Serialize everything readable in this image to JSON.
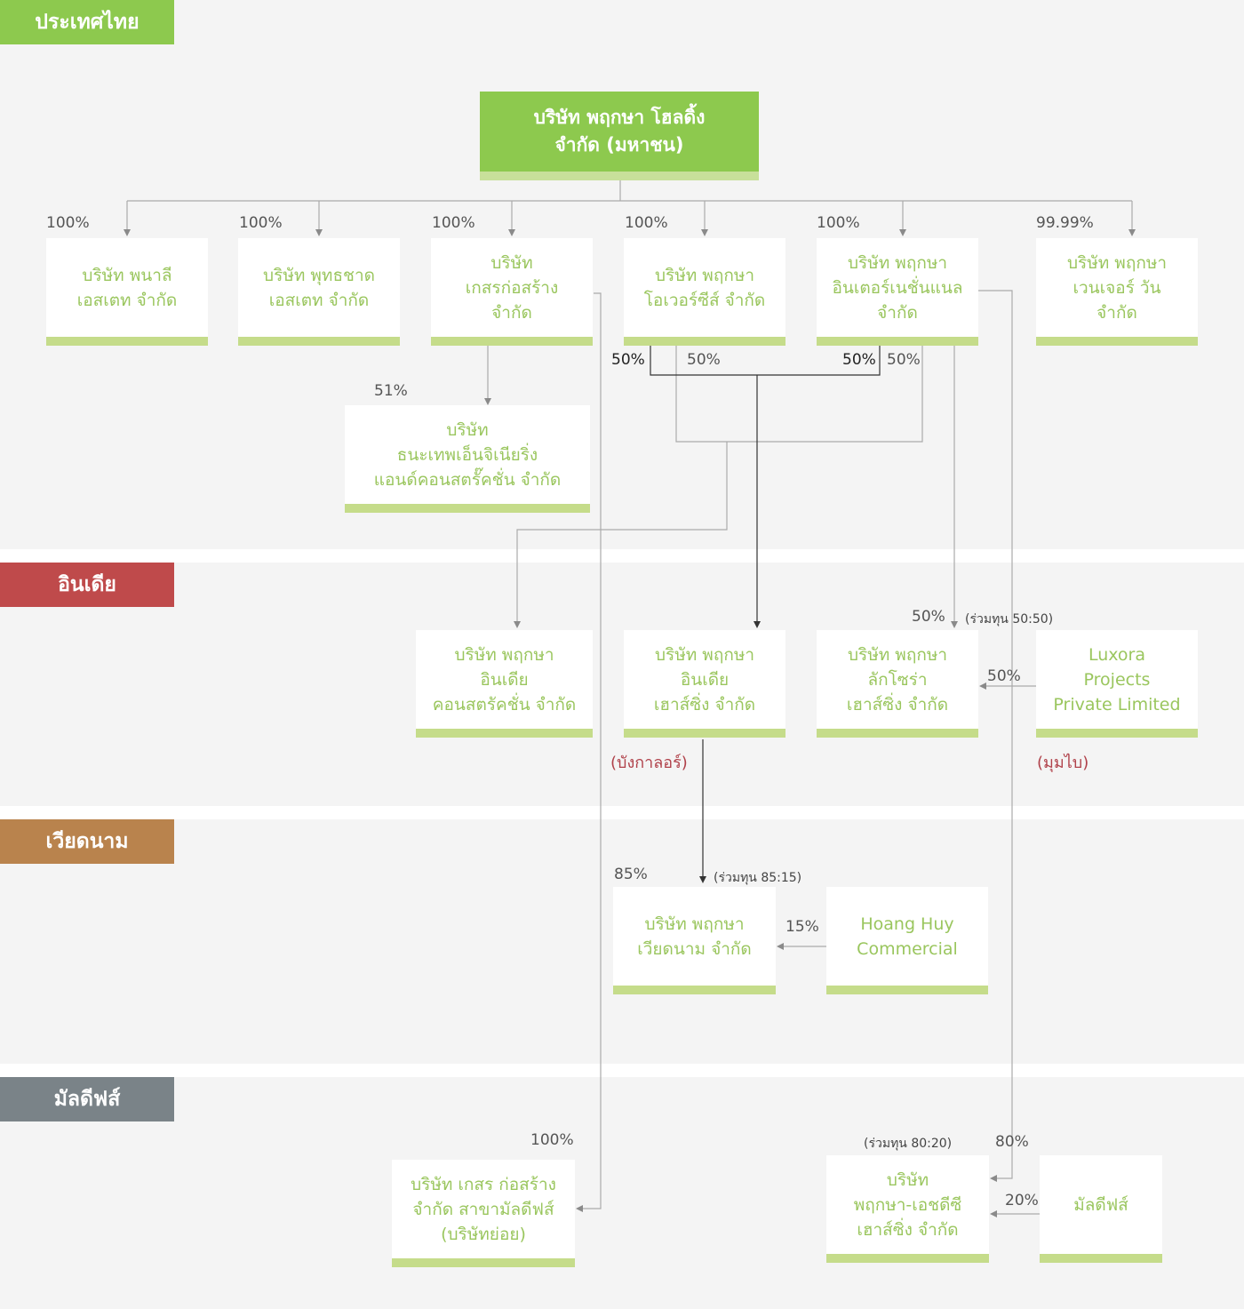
{
  "colors": {
    "thailand": "#8dc94e",
    "india": "#bf4a4b",
    "vietnam": "#b9834d",
    "maldives": "#7a8388",
    "box_text": "#9ac65e",
    "box_bar": "#c5dc8a",
    "city_text": "#b0414a"
  },
  "regions": {
    "thailand": "ประเทศไทย",
    "india": "อินเดีย",
    "vietnam": "เวียดนาม",
    "maldives": "มัลดีฟส์"
  },
  "boxes": {
    "holding": "บริษัท พฤกษา โฮลดิ้ง\nจำกัด (มหาชน)",
    "panalee": "บริษัท พนาลี\nเอสเตท จำกัด",
    "puttachart": "บริษัท พุทธชาด\nเอสเตท จำกัด",
    "kasorn": "บริษัท\nเกสรก่อสร้าง\nจำกัด",
    "overseas": "บริษัท พฤกษา\nโอเวอร์ซีส์ จำกัด",
    "international": "บริษัท พฤกษา\nอินเตอร์เนชั่นแนล\nจำกัด",
    "venture": "บริษัท พฤกษา\nเวนเจอร์ วัน\nจำกัด",
    "thanathep": "บริษัท\nธนะเทพเอ็นจิเนียริ่ง\nแอนด์คอนสตรั๊คชั่น จำกัด",
    "india_construction": "บริษัท พฤกษา\nอินเดีย\nคอนสตรัคชั่น จำกัด",
    "india_housing": "บริษัท พฤกษา\nอินเดีย\nเฮาส์ซิ่ง จำกัด",
    "luxora_housing": "บริษัท พฤกษา\nลักโซร่า\nเฮาส์ซิ่ง จำกัด",
    "luxora_projects": "Luxora\nProjects\nPrivate Limited",
    "vietnam_co": "บริษัท พฤกษา\nเวียดนาม จำกัด",
    "hoang_huy": "Hoang Huy\nCommercial",
    "kasorn_maldives": "บริษัท เกสร ก่อสร้าง\nจำกัด สาขามัลดีฟส์\n(บริษัทย่อย)",
    "hdc_housing": "บริษัท\nพฤกษา-เอชดีซี\nเฮาส์ซิ่ง จำกัด",
    "maldives_partner": "มัลดีฟส์"
  },
  "percents": {
    "panalee": "100%",
    "puttachart": "100%",
    "kasorn": "100%",
    "overseas": "100%",
    "international": "100%",
    "venture": "99.99%",
    "thanathep": "51%",
    "ov_left": "50%",
    "ov_right": "50%",
    "int_left": "50%",
    "int_right": "50%",
    "luxora_top": "50%",
    "luxora_side": "50%",
    "vietnam_top": "85%",
    "hoang_huy": "15%",
    "kasorn_maldives": "100%",
    "hdc_top": "80%",
    "hdc_side": "20%"
  },
  "joint_ventures": {
    "luxora": "(ร่วมทุน 50:50)",
    "vietnam": "(ร่วมทุน 85:15)",
    "hdc": "(ร่วมทุน 80:20)"
  },
  "cities": {
    "bangalore": "(บังกาลอร์)",
    "mumbai": "(มุมไบ)"
  }
}
